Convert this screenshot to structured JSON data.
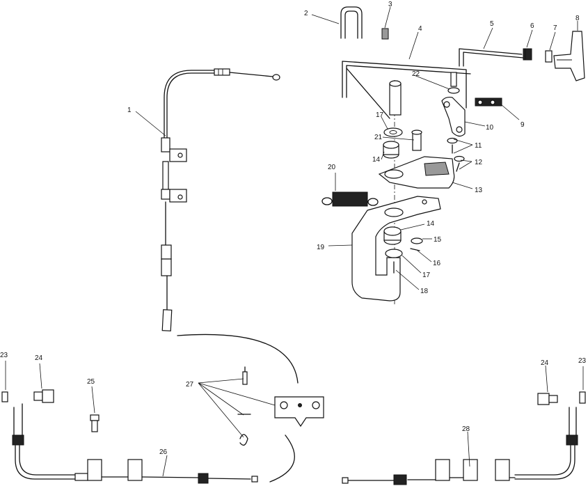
{
  "callouts": [
    {
      "id": "1",
      "label": "1"
    },
    {
      "id": "2",
      "label": "2"
    },
    {
      "id": "3",
      "label": "3"
    },
    {
      "id": "4",
      "label": "4"
    },
    {
      "id": "5",
      "label": "5"
    },
    {
      "id": "6",
      "label": "6"
    },
    {
      "id": "7",
      "label": "7"
    },
    {
      "id": "8",
      "label": "8"
    },
    {
      "id": "9",
      "label": "9"
    },
    {
      "id": "10",
      "label": "10"
    },
    {
      "id": "11",
      "label": "11"
    },
    {
      "id": "12",
      "label": "12"
    },
    {
      "id": "13",
      "label": "13"
    },
    {
      "id": "14a",
      "label": "14"
    },
    {
      "id": "14b",
      "label": "14"
    },
    {
      "id": "15",
      "label": "15"
    },
    {
      "id": "16",
      "label": "16"
    },
    {
      "id": "17a",
      "label": "17"
    },
    {
      "id": "17b",
      "label": "17"
    },
    {
      "id": "18",
      "label": "18"
    },
    {
      "id": "19",
      "label": "19"
    },
    {
      "id": "20",
      "label": "20"
    },
    {
      "id": "21",
      "label": "21"
    },
    {
      "id": "22",
      "label": "22"
    },
    {
      "id": "23a",
      "label": "23"
    },
    {
      "id": "23b",
      "label": "23"
    },
    {
      "id": "24a",
      "label": "24"
    },
    {
      "id": "24b",
      "label": "24"
    },
    {
      "id": "25",
      "label": "25"
    },
    {
      "id": "26",
      "label": "26"
    },
    {
      "id": "27",
      "label": "27"
    },
    {
      "id": "28",
      "label": "28"
    }
  ]
}
